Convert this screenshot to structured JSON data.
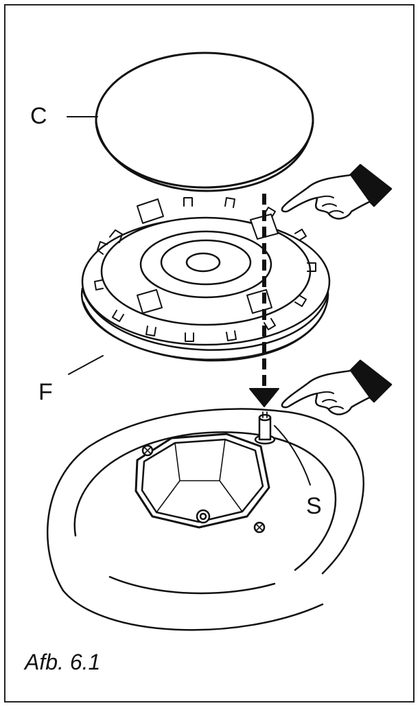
{
  "labels": {
    "cap": "C",
    "flame_spreader": "F",
    "spark_plug": "S"
  },
  "caption": "Afb. 6.1",
  "colors": {
    "line": "#111111",
    "fill": "#ffffff",
    "shade": "#d8d8d8"
  },
  "icons": [
    "pointing-hand-icon",
    "down-arrow-icon"
  ]
}
